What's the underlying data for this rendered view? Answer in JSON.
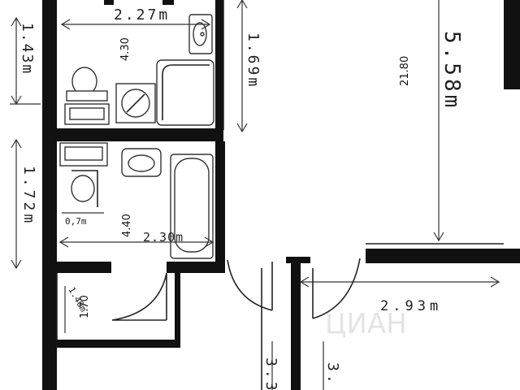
{
  "plan": {
    "areas": {
      "toilet": "4.30",
      "living_room": "21.80",
      "bathroom": "4.40",
      "closet": "1.70"
    },
    "dimensions": {
      "toilet_width": "2.27m",
      "toilet_height_left": "1.43m",
      "toilet_height_right": "1.69m",
      "room_height": "5.58m",
      "bath_height_left": "1.72m",
      "bath_small": "0,7m",
      "bath_width": "2.30m",
      "closet_depth": "1.40m",
      "right_room_width": "2.93m",
      "lower_left": "3.3",
      "lower_right": "3."
    },
    "watermark": "ЦИАН"
  }
}
